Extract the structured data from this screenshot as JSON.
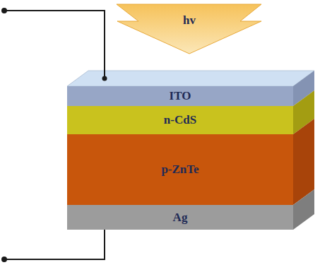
{
  "diagram": {
    "nodes": [
      {
        "text": [
          "ITO"
        ]
      },
      {
        "text": [
          "n-CdS"
        ]
      },
      {
        "text": [
          "p-ZnTe"
        ]
      },
      {
        "text": [
          "Ag"
        ]
      }
    ],
    "labels": [
      "hv"
    ]
  }
}
